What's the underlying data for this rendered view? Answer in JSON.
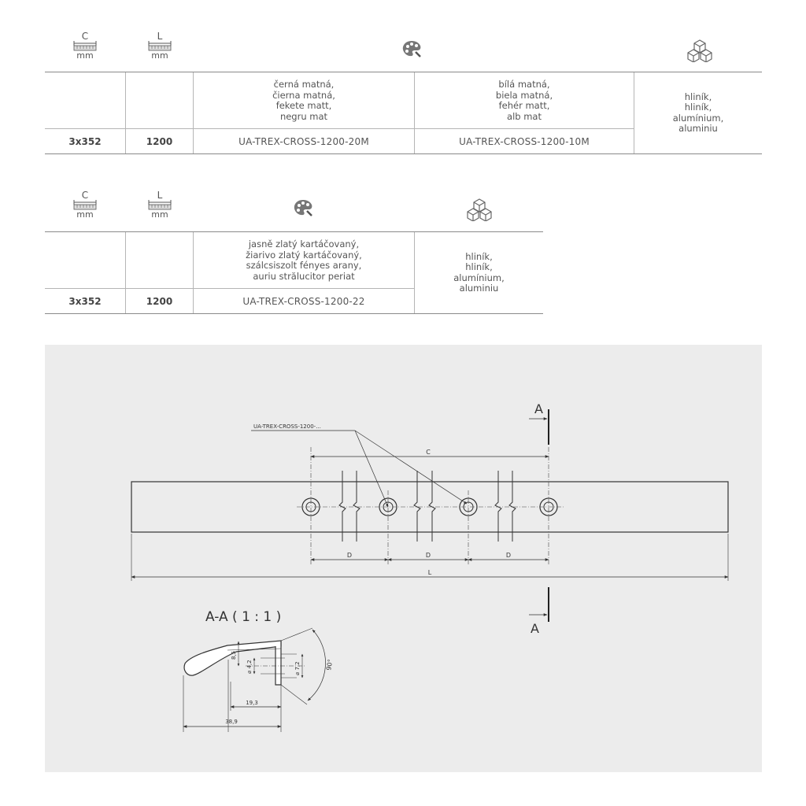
{
  "table1": {
    "header": {
      "c_letter": "C",
      "c_unit": "mm",
      "l_letter": "L",
      "l_unit": "mm"
    },
    "color1": "černá matná,\nčierna matná,\nfekete matt,\nnegru mat",
    "color2": "bílá matná,\nbiela matná,\nfehér matt,\nalb mat",
    "material": "hliník,\nhliník,\nalumínium,\naluminiu",
    "c_value": "3x352",
    "l_value": "1200",
    "code1": "UA-TREX-CROSS-1200-20M",
    "code2": "UA-TREX-CROSS-1200-10M"
  },
  "table2": {
    "header": {
      "c_letter": "C",
      "c_unit": "mm",
      "l_letter": "L",
      "l_unit": "mm"
    },
    "color1": "jasně zlatý kartáčovaný,\nžiarivo zlatý kartáčovaný,\nszálcsiszolt fényes arany,\nauriu strălucitor periat",
    "material": "hliník,\nhliník,\nalumínium,\naluminiu",
    "c_value": "3x352",
    "l_value": "1200",
    "code1": "UA-TREX-CROSS-1200-22"
  },
  "icons": {
    "color": "palette-icon",
    "material": "cubes-icon",
    "c_dim": "ruler-icon",
    "l_dim": "ruler-icon"
  },
  "drawing": {
    "part_label": "UA-TREX-CROSS-1200-...",
    "dim_c": "C",
    "dim_d": "D",
    "dim_l": "L",
    "section_mark": "A",
    "section_title": "A-A ( 1 : 1 )",
    "dim_85": "8,5",
    "dim_42": "⌀ 4,2",
    "dim_72": "⌀ 7,2",
    "dim_193": "19,3",
    "dim_389": "38,9",
    "angle_90": "90°"
  }
}
